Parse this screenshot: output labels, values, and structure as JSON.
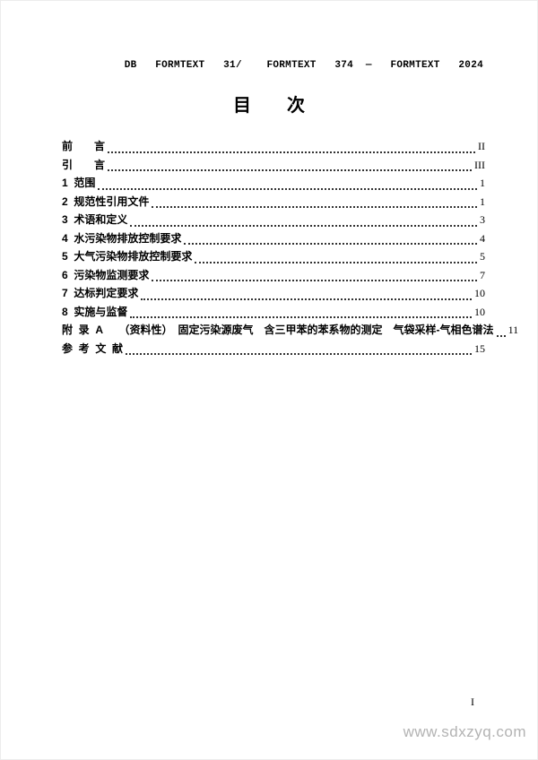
{
  "page": {
    "header": "DB   FORMTEXT   31/    FORMTEXT   374  —   FORMTEXT   2024",
    "title": "目　　次",
    "footer_page_number": "I",
    "watermark": "www.sdxzyq.com"
  },
  "toc": {
    "entries": [
      {
        "label": "前　　言",
        "page": "II"
      },
      {
        "label": "引　　言",
        "page": "III"
      },
      {
        "label": "1  范围",
        "page": "1"
      },
      {
        "label": "2  规范性引用文件",
        "page": "1"
      },
      {
        "label": "3  术语和定义",
        "page": "3"
      },
      {
        "label": "4  水污染物排放控制要求",
        "page": "4"
      },
      {
        "label": "5  大气污染物排放控制要求",
        "page": "5"
      },
      {
        "label": "6  污染物监测要求",
        "page": "7"
      },
      {
        "label": "7  达标判定要求",
        "page": "10"
      },
      {
        "label": "8  实施与监督",
        "page": "10"
      },
      {
        "label": "附  录  A　　（资料性）　固定污染源废气　含三甲苯的苯系物的测定　气袋采样-气相色谱法",
        "page": "11"
      },
      {
        "label": "参  考  文  献",
        "page": "15"
      }
    ]
  }
}
